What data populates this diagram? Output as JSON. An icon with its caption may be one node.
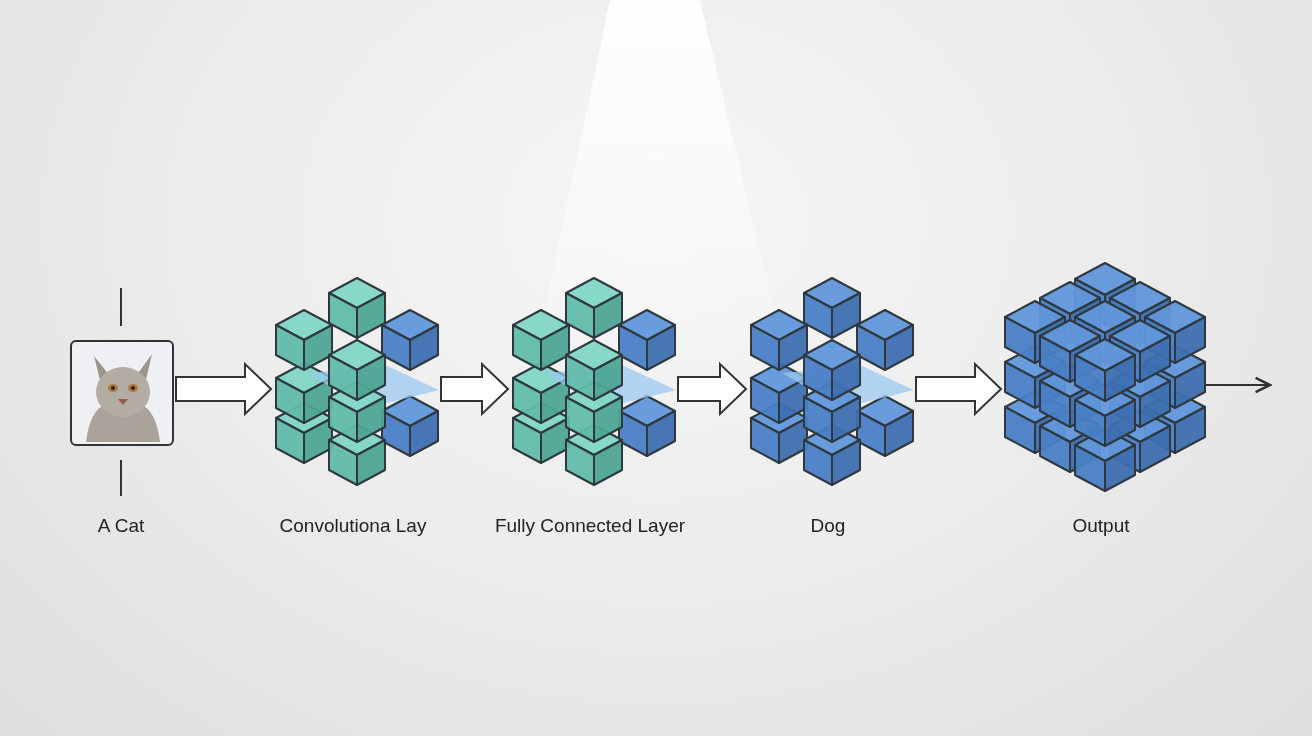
{
  "diagram": {
    "nodes": [
      {
        "text": [],
        "shape": "picture",
        "beside": [
          "A Cat"
        ]
      },
      {
        "text": [],
        "shape": "picture",
        "beside": [
          "Convolutiona Lay"
        ]
      },
      {
        "text": [],
        "shape": "picture",
        "beside": [
          "Fully Connected Layer"
        ]
      },
      {
        "text": [],
        "shape": "picture",
        "beside": [
          "Dog"
        ]
      },
      {
        "text": [],
        "shape": "picture",
        "beside": [
          "Output"
        ]
      }
    ],
    "edges": [
      {
        "from": 0,
        "to": 1,
        "arrow": "to",
        "style": "thick"
      },
      {
        "from": 1,
        "to": 2,
        "arrow": "to",
        "style": "thick"
      },
      {
        "from": 2,
        "to": 3,
        "arrow": "to",
        "style": "thick"
      },
      {
        "from": 3,
        "to": 4,
        "arrow": "to",
        "style": "thick"
      },
      {
        "from": 4,
        "to": null,
        "arrow": "to"
      }
    ]
  }
}
